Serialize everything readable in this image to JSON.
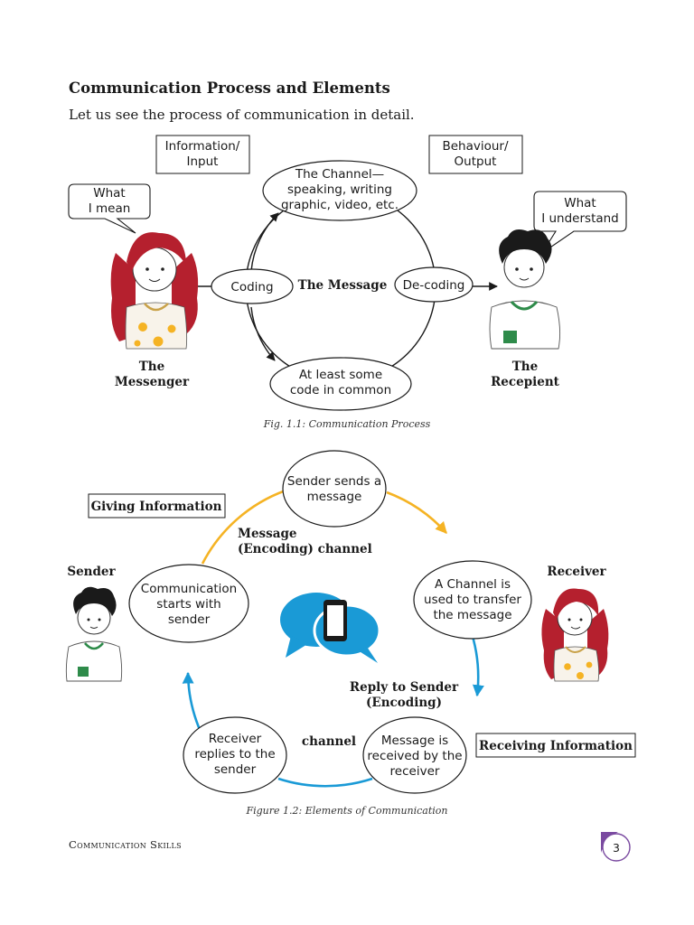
{
  "section": {
    "heading": "Communication Process and Elements",
    "intro": "Let us see the process of communication in detail."
  },
  "figure1": {
    "input_box": [
      "Information/",
      "Input"
    ],
    "output_box": [
      "Behaviour/",
      "Output"
    ],
    "messenger_bubble": [
      "What",
      "I mean"
    ],
    "recipient_bubble": [
      "What",
      "I understand"
    ],
    "channel": [
      "The Channel—",
      "speaking, writing",
      "graphic, video, etc."
    ],
    "coding": "Coding",
    "message": "The Message",
    "decoding": "De-coding",
    "common_code": [
      "At least some",
      "code in common"
    ],
    "messenger_label": [
      "The",
      "Messenger"
    ],
    "recipient_label": [
      "The",
      "Recepient"
    ],
    "caption": "Fig. 1.1: Communication Process"
  },
  "figure2": {
    "giving_info": "Giving Information",
    "receiving_info": "Receiving Information",
    "sender_label": "Sender",
    "receiver_label": "Receiver",
    "node_top": [
      "Sender sends a",
      "message"
    ],
    "node_right": [
      "A Channel is",
      "used to transfer",
      "the message"
    ],
    "node_bottom_right": [
      "Message is",
      "received by the",
      "receiver"
    ],
    "node_bottom_left": [
      "Receiver",
      "replies to the",
      "sender"
    ],
    "node_left": [
      "Communication",
      "starts with",
      "sender"
    ],
    "encoding_channel": [
      "Message",
      "(Encoding) channel"
    ],
    "reply_label": [
      "Reply to Sender",
      "(Encoding)"
    ],
    "channel_label": "channel",
    "caption": "Figure 1.2: Elements of Communication"
  },
  "footer": {
    "book_title": "Communication Skills",
    "page_number": "3"
  },
  "colors": {
    "orange_arrow": "#f5b324",
    "blue_arrow": "#1a9ad6",
    "hair_red": "#b5202e",
    "page_badge": "#7a4aa0"
  }
}
